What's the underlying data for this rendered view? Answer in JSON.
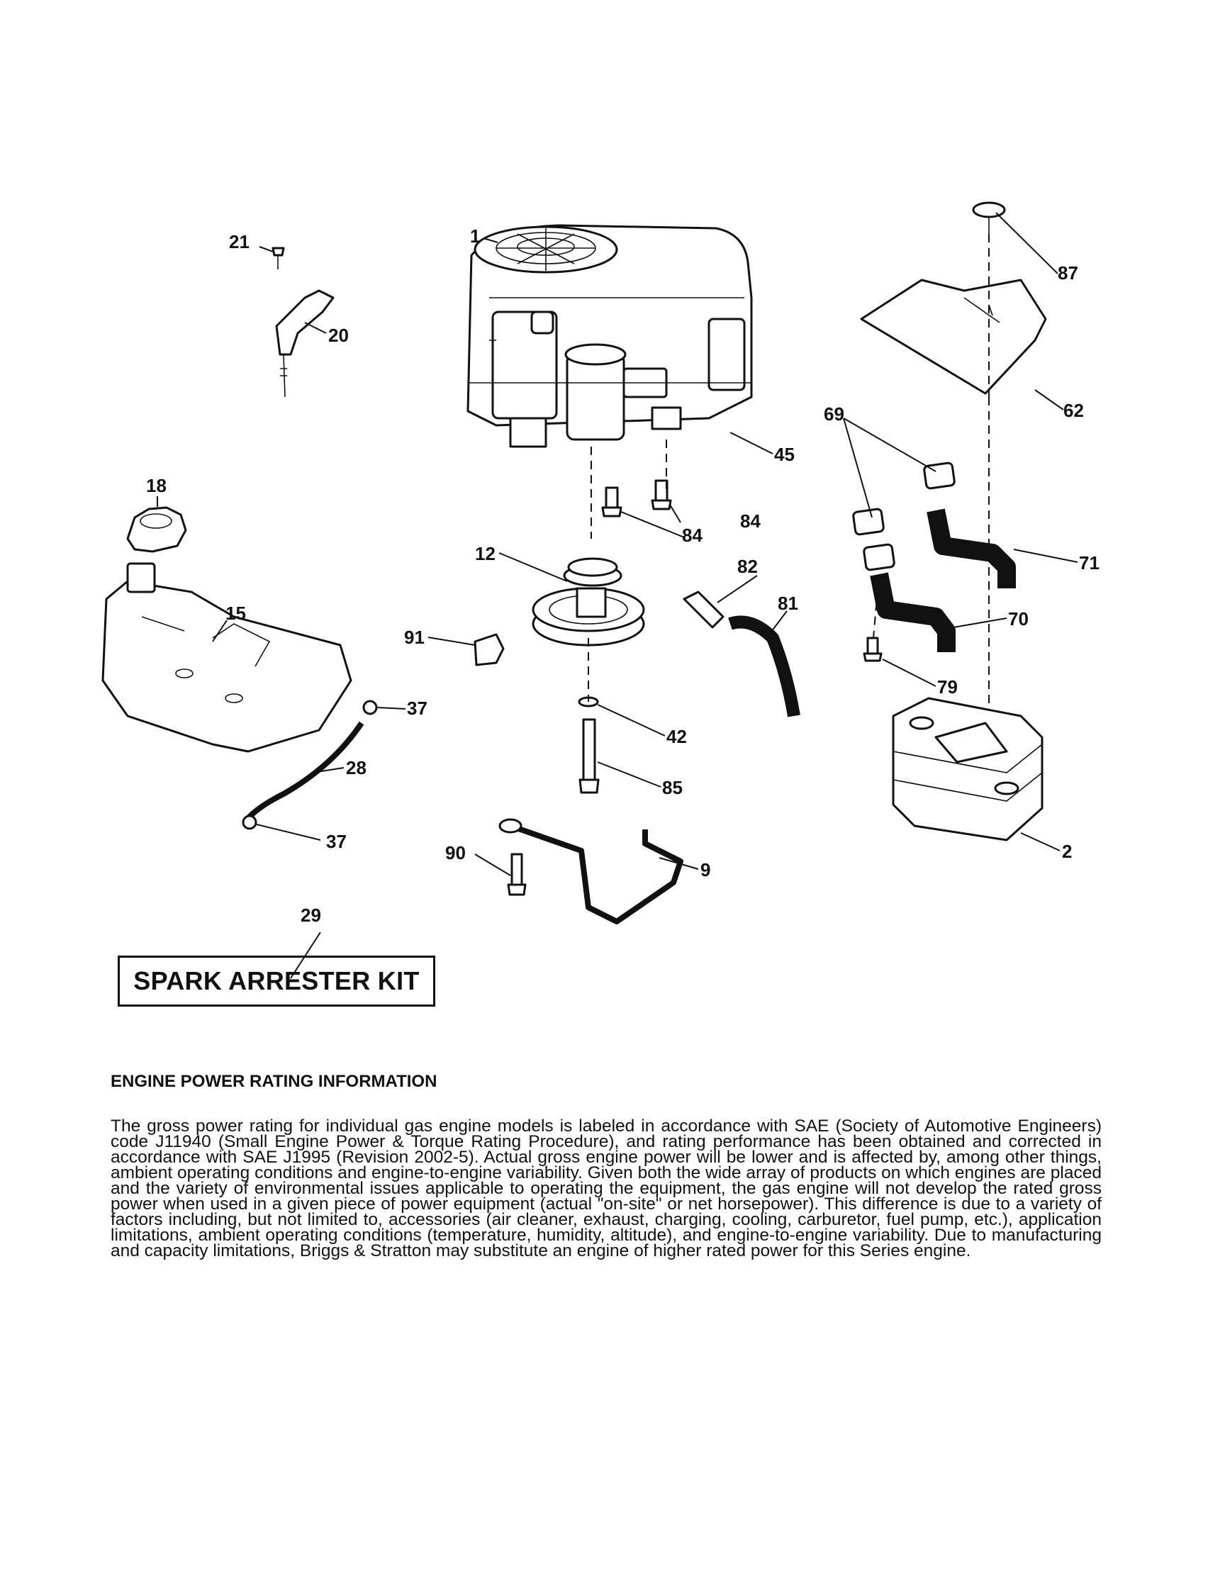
{
  "callouts": {
    "c1": "1",
    "c21": "21",
    "c20": "20",
    "c87": "87",
    "c62": "62",
    "c69": "69",
    "c45": "45",
    "c18": "18",
    "c84a": "84",
    "c84b": "84",
    "c12": "12",
    "c82": "82",
    "c71": "71",
    "c15": "15",
    "c81": "81",
    "c91": "91",
    "c70": "70",
    "c37a": "37",
    "c79": "79",
    "c42": "42",
    "c28": "28",
    "c85": "85",
    "c37b": "37",
    "c90": "90",
    "c9": "9",
    "c2": "2",
    "c29": "29"
  },
  "kit_label": "SPARK ARRESTER KIT",
  "info": {
    "heading": "ENGINE POWER RATING INFORMATION",
    "body": "The gross power rating for individual gas engine models is labeled in accordance with SAE (Society of Automotive Engineers) code J11940 (Small Engine Power & Torque Rating Procedure), and rating performance has been obtained and corrected in accordance with SAE J1995 (Revision 2002-5). Actual gross engine power will be lower and is affected by, among other things, ambient operating conditions and engine-to-engine variability. Given both the wide array of products on which engines are placed and the variety of environmental issues applicable to operating the equipment, the gas engine will not develop the rated gross power when used in a given piece of power equipment (actual \"on-site\" or net horsepower). This difference is due to a variety of factors including, but not limited to, accessories (air cleaner, exhaust, charging, cooling, carburetor, fuel pump, etc.), application limitations, ambient operating conditions (temperature, humidity, altitude), and engine-to-engine variability. Due to manufacturing and capacity limitations, Briggs & Stratton may substitute an engine of higher rated power for this Series engine."
  }
}
